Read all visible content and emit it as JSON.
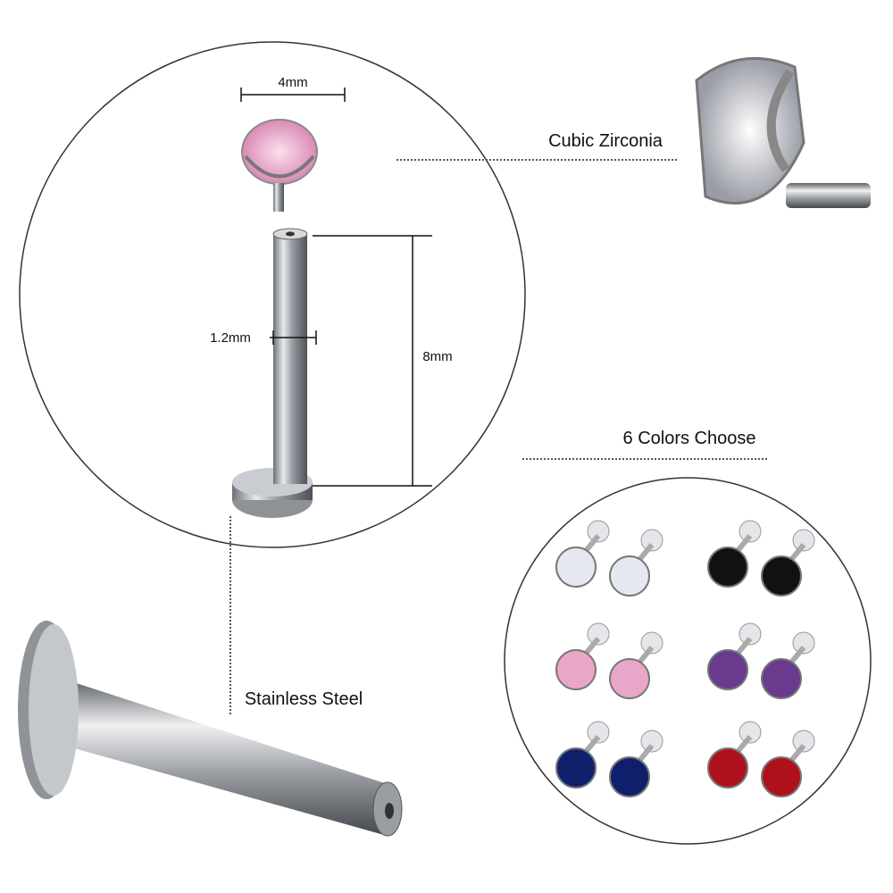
{
  "dimensions": {
    "top_width": "4mm",
    "bar_diameter": "1.2mm",
    "bar_length": "8mm"
  },
  "labels": {
    "gem": "Cubic Zirconia",
    "colors": "6 Colors Choose",
    "material": "Stainless Steel"
  },
  "color_options": [
    {
      "name": "clear",
      "hex": "#e6e8f0"
    },
    {
      "name": "black",
      "hex": "#111111"
    },
    {
      "name": "pink",
      "hex": "#e9a6c8"
    },
    {
      "name": "purple",
      "hex": "#6a3a8e"
    },
    {
      "name": "blue",
      "hex": "#0f1f6b"
    },
    {
      "name": "red",
      "hex": "#b0101c"
    }
  ],
  "colors": {
    "outline": "#333333",
    "steel": "#b8bcc2",
    "pink_gem": "#f0b6d2"
  }
}
